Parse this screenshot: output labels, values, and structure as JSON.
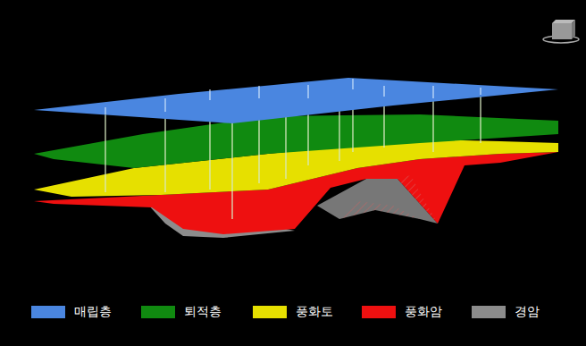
{
  "diagram": {
    "legend": [
      {
        "text": "매립층",
        "color": "#4a86e0"
      },
      {
        "text": "퇴적층",
        "color": "#108a10"
      },
      {
        "text": "풍화토",
        "color": "#e6e000"
      },
      {
        "text": "풍화암",
        "color": "#ee1010"
      },
      {
        "text": "경암",
        "color": "#8c8c8c"
      }
    ]
  }
}
